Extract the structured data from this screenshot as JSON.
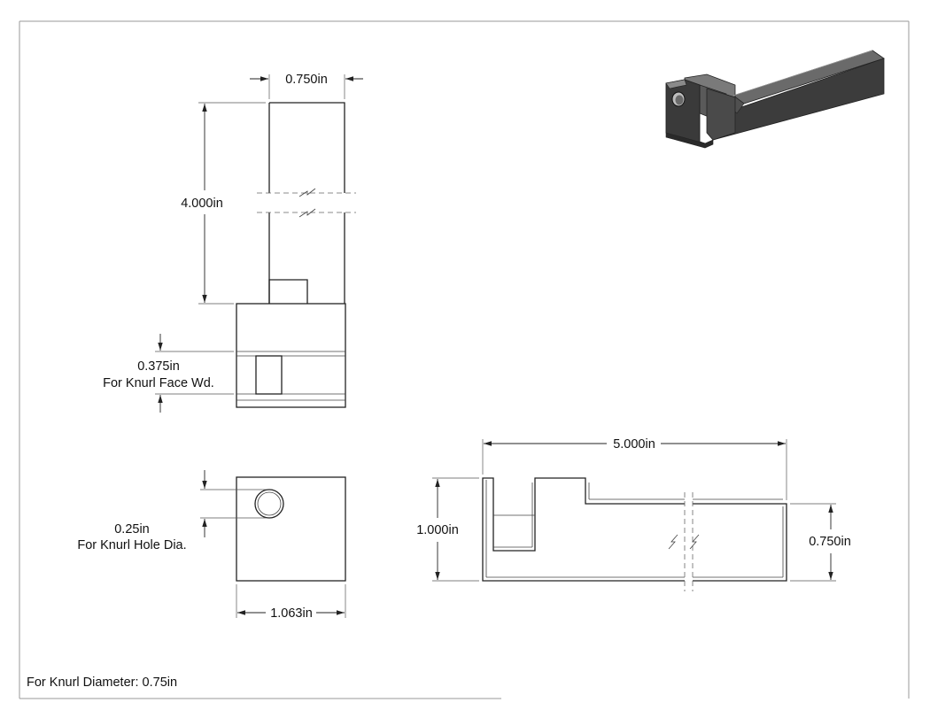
{
  "dimensions": {
    "top_width": "0.750in",
    "top_length": "4.000in",
    "knurl_face_width": "0.375in",
    "knurl_face_width_note": "For Knurl Face Wd.",
    "knurl_hole_dia": "0.25in",
    "knurl_hole_dia_note": "For Knurl Hole Dia.",
    "front_width": "1.063in",
    "side_length": "5.000in",
    "side_height_total": "1.000in",
    "side_height_right": "0.750in"
  },
  "notes": {
    "knurl_diameter": "For Knurl Diameter: 0.75in"
  },
  "colors": {
    "line": "#222222",
    "iso_dark": "#3c3c3c",
    "iso_mid": "#5a5a5a",
    "iso_light": "#8a8a8a"
  }
}
